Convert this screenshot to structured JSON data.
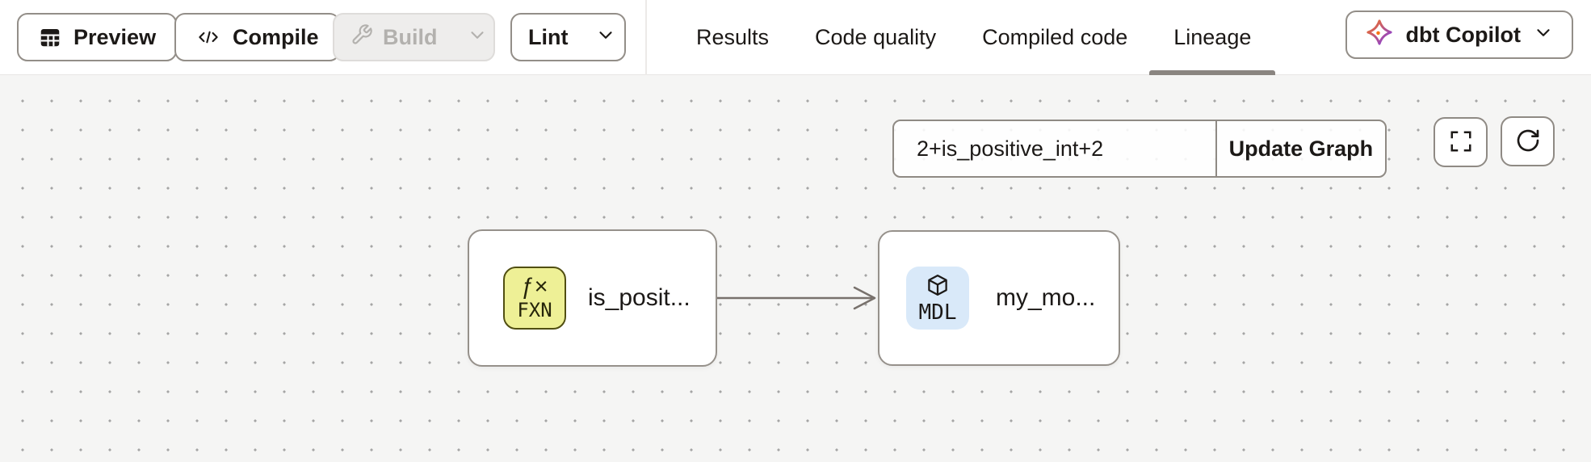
{
  "toolbar": {
    "buttons": {
      "preview": "Preview",
      "compile": "Compile",
      "build": "Build",
      "lint": "Lint"
    },
    "tabs": [
      {
        "label": "Results",
        "active": false
      },
      {
        "label": "Code quality",
        "active": false
      },
      {
        "label": "Compiled code",
        "active": false
      },
      {
        "label": "Lineage",
        "active": true
      }
    ],
    "copilot_label": "dbt Copilot"
  },
  "lineage_canvas": {
    "selector": {
      "value": "2+is_positive_int+2"
    },
    "update_graph_label": "Update Graph",
    "nodes": [
      {
        "type": "function",
        "badge_symbol": "ƒ×",
        "badge_label": "FXN",
        "label": "is_posit...",
        "badge_bg": "#eef096"
      },
      {
        "type": "model",
        "badge_label": "MDL",
        "label": "my_mo...",
        "badge_bg": "#d9e9f9"
      }
    ],
    "edge": {
      "from": "is_posit...",
      "to": "my_mo..."
    }
  },
  "colors": {
    "toolbar_bg": "#ffffff",
    "canvas_bg": "#f5f5f4",
    "canvas_dot": "#a5a5a5",
    "button_border": "#938e88",
    "active_tab_underline": "#8a8580",
    "edge": "#78716c",
    "function_badge_bg": "#eef096",
    "function_badge_border": "#514f12",
    "model_badge_bg": "#d9e9f9",
    "copilot_gradient_start": "#f97316",
    "copilot_gradient_end": "#7c3aed"
  }
}
